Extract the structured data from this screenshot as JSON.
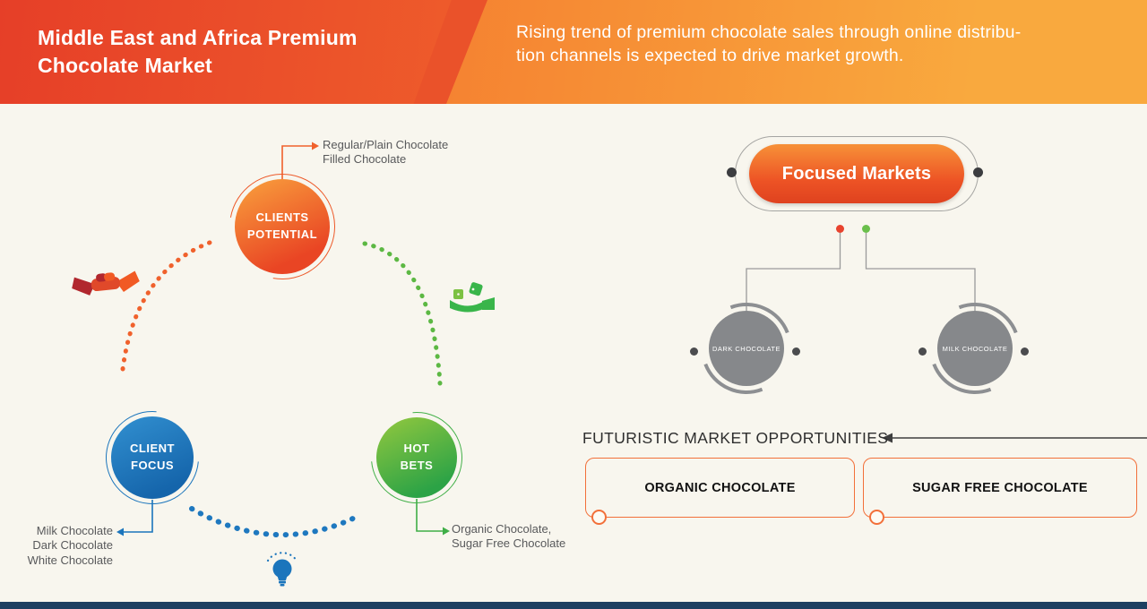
{
  "header": {
    "title_line1": "Middle East and Africa Premium",
    "title_line2": "Chocolate Market",
    "subtitle_line1": "Rising trend of premium chocolate sales through online distribu-",
    "subtitle_line2": "tion channels is expected to drive market growth."
  },
  "cycle": {
    "clients_potential_line1": "CLIENTS",
    "clients_potential_line2": "POTENTIAL",
    "clients_potential_note_line1": "Regular/Plain Chocolate",
    "clients_potential_note_line2": "Filled Chocolate",
    "client_focus_line1": "CLIENT",
    "client_focus_line2": "FOCUS",
    "client_focus_note_line1": "Milk Chocolate",
    "client_focus_note_line2": "Dark Chocolate",
    "client_focus_note_line3": "White Chocolate",
    "hot_bets_line1": "HOT",
    "hot_bets_line2": "BETS",
    "hot_bets_note_line1": "Organic Chocolate,",
    "hot_bets_note_line2": "Sugar Free Chocolate"
  },
  "focused": {
    "root_label": "Focused Markets",
    "child1_label": "DARK CHOCOLATE",
    "child2_label": "MILK CHOCOLATE"
  },
  "opportunities": {
    "title": "FUTURISTIC MARKET OPPORTUNITIES",
    "box1_label": "ORGANIC CHOCOLATE",
    "box2_label": "SUGAR FREE CHOCOLATE"
  },
  "icons": {
    "handshake": "handshake-icon",
    "money_hand": "money-in-hand-icon",
    "lightbulb": "lightbulb-icon"
  },
  "colors": {
    "header_left": "#e63f28",
    "header_right": "#f9a93e",
    "accent_orange": "#ee4f23",
    "accent_blue": "#1b75bc",
    "accent_green": "#4cb748",
    "gray_node": "#86888b",
    "navy_footer": "#1d3f61",
    "background": "#f8f6ee"
  }
}
